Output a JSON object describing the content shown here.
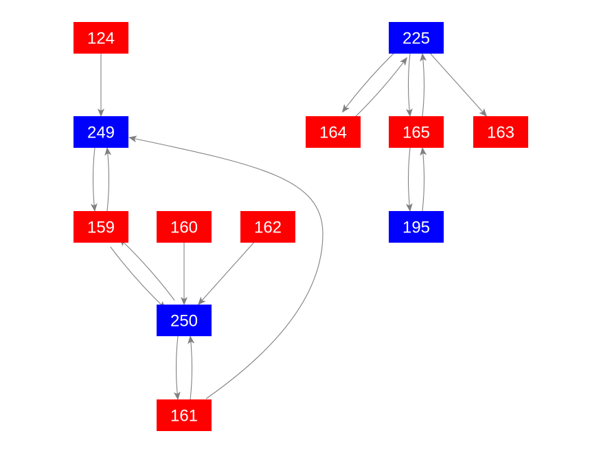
{
  "colors": {
    "red": "#ff0000",
    "blue": "#0000ff",
    "edge": "#808080"
  },
  "nodes": [
    {
      "id": "124",
      "label": "124",
      "color": "red"
    },
    {
      "id": "249",
      "label": "249",
      "color": "blue"
    },
    {
      "id": "159",
      "label": "159",
      "color": "red"
    },
    {
      "id": "160",
      "label": "160",
      "color": "red"
    },
    {
      "id": "162",
      "label": "162",
      "color": "red"
    },
    {
      "id": "250",
      "label": "250",
      "color": "blue"
    },
    {
      "id": "161",
      "label": "161",
      "color": "red"
    },
    {
      "id": "225",
      "label": "225",
      "color": "blue"
    },
    {
      "id": "164",
      "label": "164",
      "color": "red"
    },
    {
      "id": "165",
      "label": "165",
      "color": "red"
    },
    {
      "id": "163",
      "label": "163",
      "color": "red"
    },
    {
      "id": "195",
      "label": "195",
      "color": "blue"
    }
  ],
  "edges": [
    [
      "124",
      "249"
    ],
    [
      "249",
      "159"
    ],
    [
      "159",
      "249"
    ],
    [
      "159",
      "250"
    ],
    [
      "250",
      "159"
    ],
    [
      "160",
      "250"
    ],
    [
      "162",
      "250"
    ],
    [
      "250",
      "161"
    ],
    [
      "161",
      "250"
    ],
    [
      "161",
      "249"
    ],
    [
      "225",
      "164"
    ],
    [
      "164",
      "225"
    ],
    [
      "225",
      "165"
    ],
    [
      "165",
      "225"
    ],
    [
      "225",
      "163"
    ],
    [
      "165",
      "195"
    ],
    [
      "195",
      "165"
    ]
  ]
}
